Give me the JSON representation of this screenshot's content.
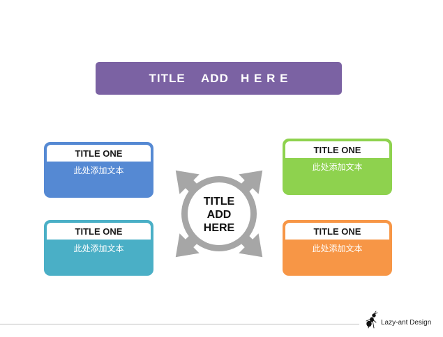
{
  "banner": {
    "title": "TITLE    ADD   H E R E"
  },
  "hub": {
    "line1": "TITLE",
    "line2": "ADD",
    "line3": "HERE"
  },
  "cards": [
    {
      "title": "TITLE ONE",
      "text": "此处添加文本",
      "color": "#5589d3"
    },
    {
      "title": "TITLE ONE",
      "text": "此处添加文本",
      "color": "#4aafc6"
    },
    {
      "title": "TITLE ONE",
      "text": "此处添加文本",
      "color": "#8ed24e"
    },
    {
      "title": "TITLE ONE",
      "text": "此处添加文本",
      "color": "#f79646"
    }
  ],
  "colors": {
    "banner": "#7b62a3",
    "hub": "#a6a6a6"
  },
  "footer": {
    "brand": "Lazy-ant Design",
    "icon": "ant-logo-icon"
  }
}
